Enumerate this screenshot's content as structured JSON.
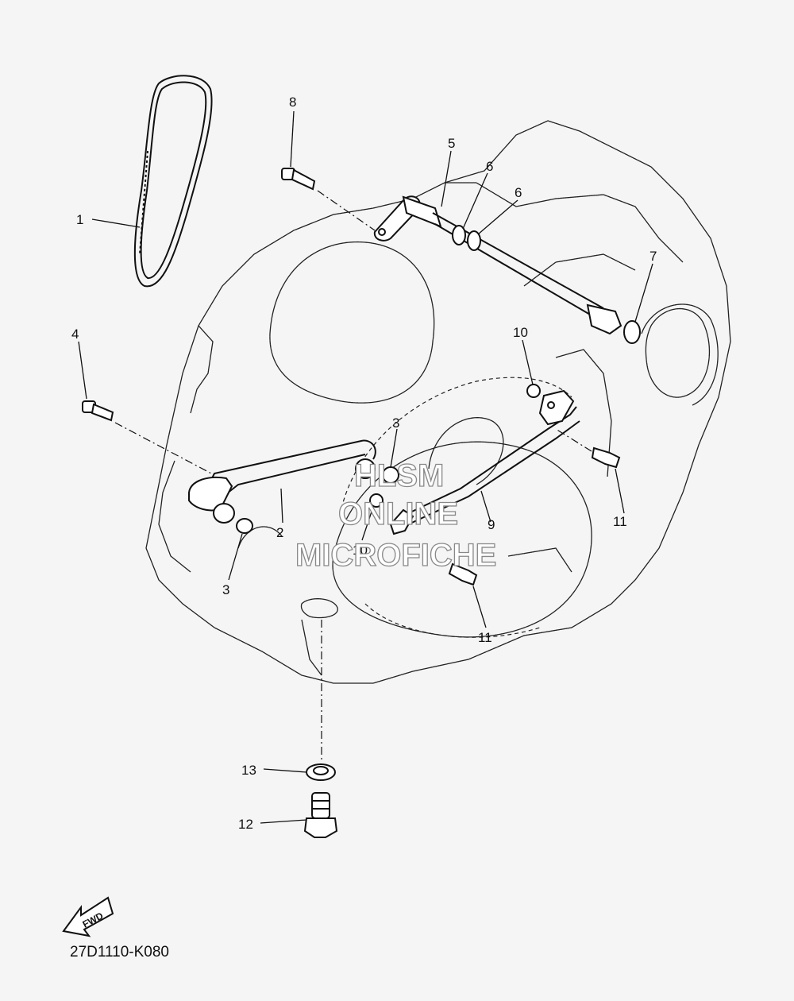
{
  "diagram_code": "27D1110-K080",
  "fwd_label": "FWD",
  "watermark": {
    "line1": "HLSM",
    "line2": "ONLINE",
    "line3": "MICROFICHE"
  },
  "callouts": {
    "c1": "1",
    "c2": "2",
    "c3a": "3",
    "c3b": "3",
    "c4": "4",
    "c5": "5",
    "c6a": "6",
    "c6b": "6",
    "c7": "7",
    "c8": "8",
    "c9": "9",
    "c10a": "10",
    "c10b": "10",
    "c11a": "11",
    "c11b": "11",
    "c12": "12",
    "c13": "13"
  }
}
